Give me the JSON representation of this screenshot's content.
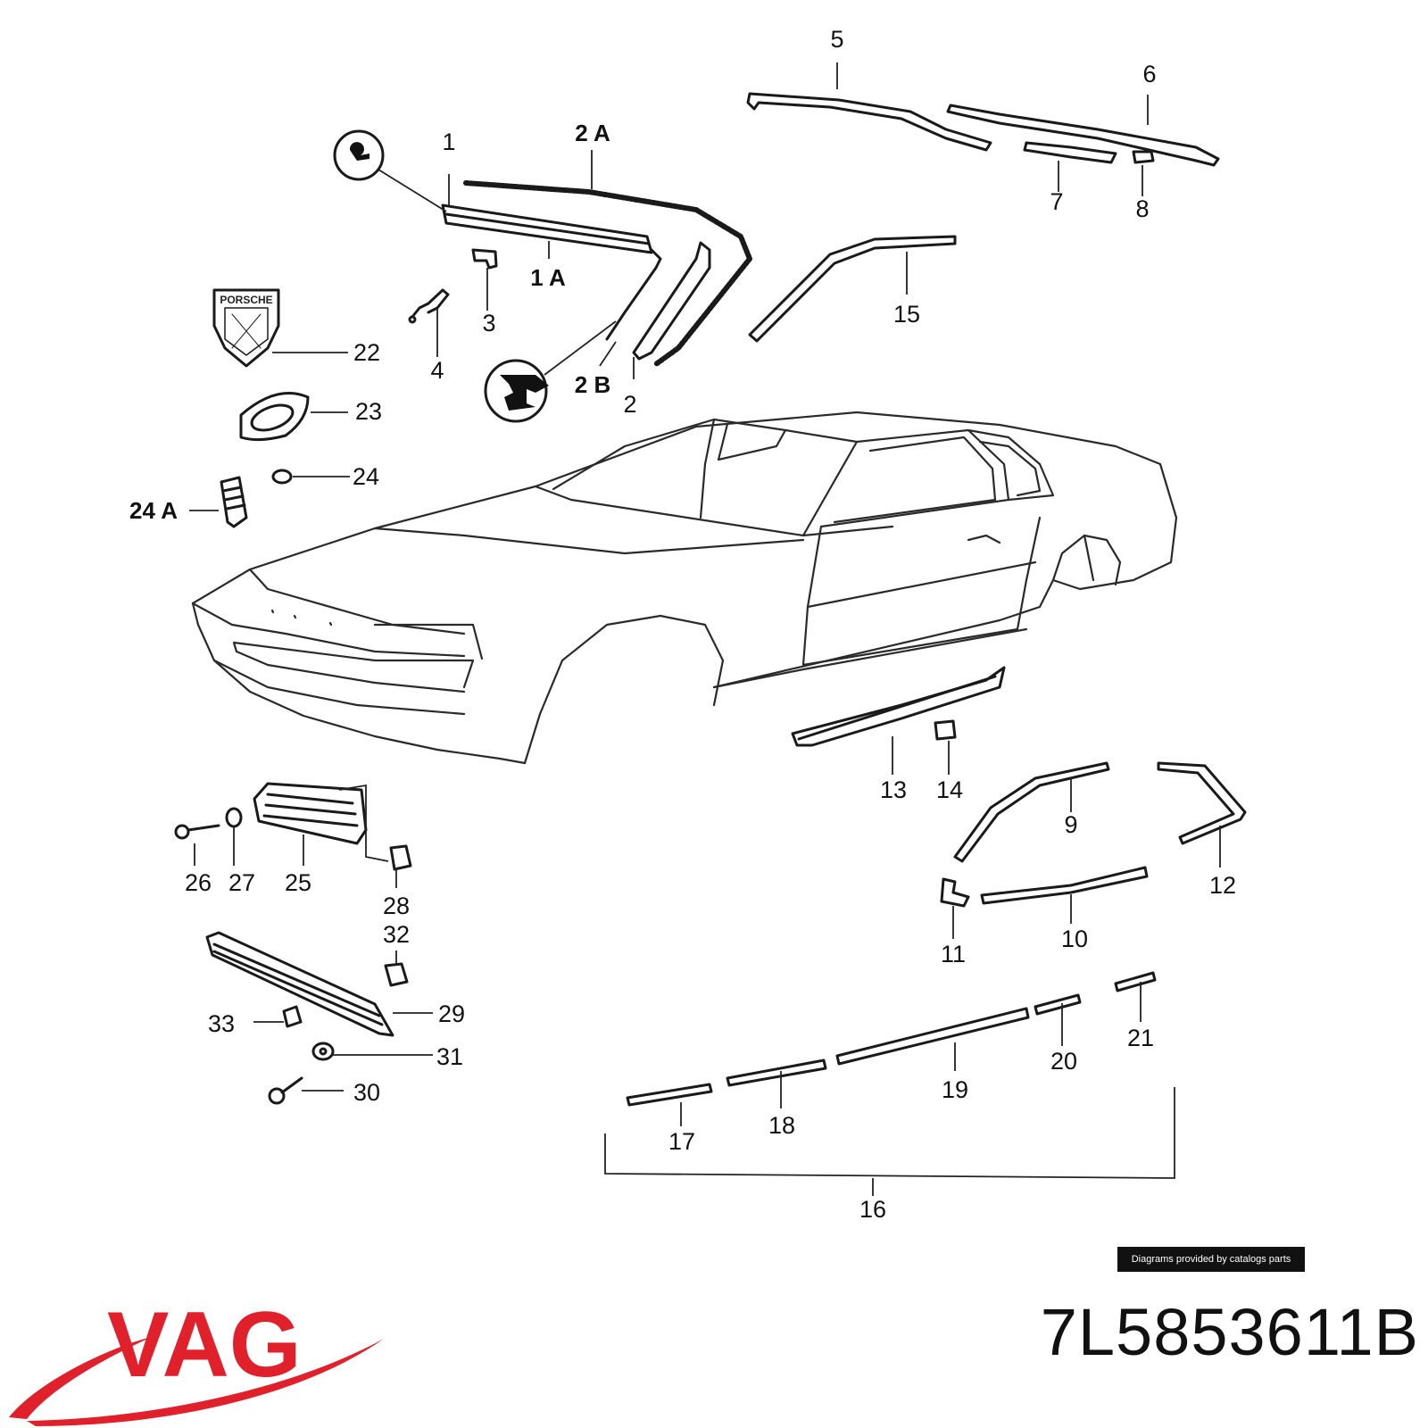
{
  "diagram": {
    "callouts": [
      "1",
      "2 A",
      "1 A",
      "2 B",
      "2",
      "3",
      "4",
      "5",
      "6",
      "7",
      "8",
      "9",
      "10",
      "11",
      "12",
      "13",
      "14",
      "15",
      "16",
      "17",
      "18",
      "19",
      "20",
      "21",
      "22",
      "23",
      "24",
      "24 A",
      "25",
      "26",
      "27",
      "28",
      "29",
      "30",
      "31",
      "32",
      "33"
    ],
    "emblem_text": "PORSCHE"
  },
  "footer": {
    "credit": "Diagrams provided by catalogs parts",
    "part_number": "7L5853611B",
    "brand": "VAG",
    "brand_color": "#e0202a"
  }
}
